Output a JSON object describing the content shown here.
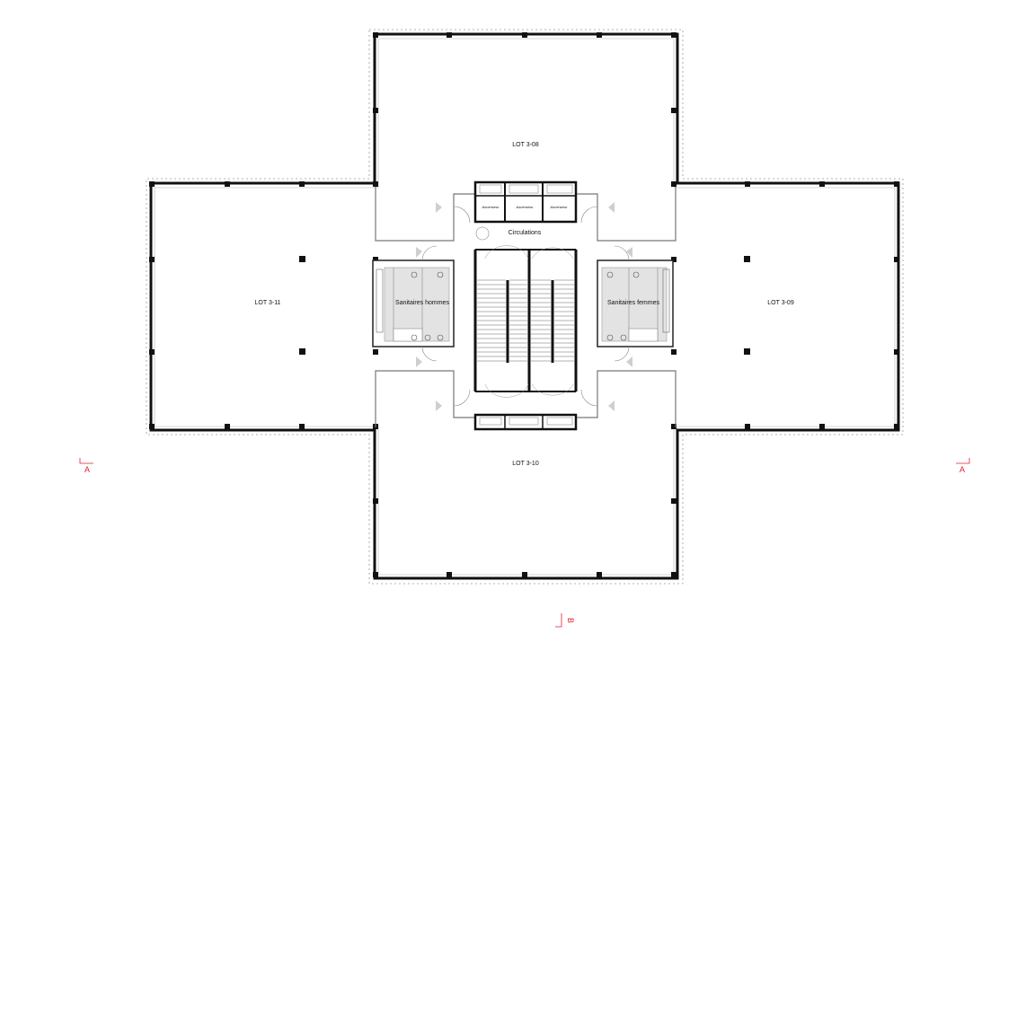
{
  "rooms": {
    "lot_3_08": "LOT 3-08",
    "lot_3_09": "LOT 3-09",
    "lot_3_10": "LOT 3-10",
    "lot_3_11": "LOT 3-11",
    "circulations": "Circulations",
    "sanitaires_hommes": "Sanitaires hommes",
    "sanitaires_femmes": "Sanitaires femmes"
  },
  "elevators": [
    "Ascenseur",
    "Ascenseur",
    "Ascenseur"
  ],
  "section_marks": {
    "left": "A",
    "right": "A",
    "bottom": "B"
  },
  "colors": {
    "wall": "#111111",
    "thin_line": "#8a8a8a",
    "section_mark": "#e0202a",
    "tile": "#dcdcdc"
  }
}
